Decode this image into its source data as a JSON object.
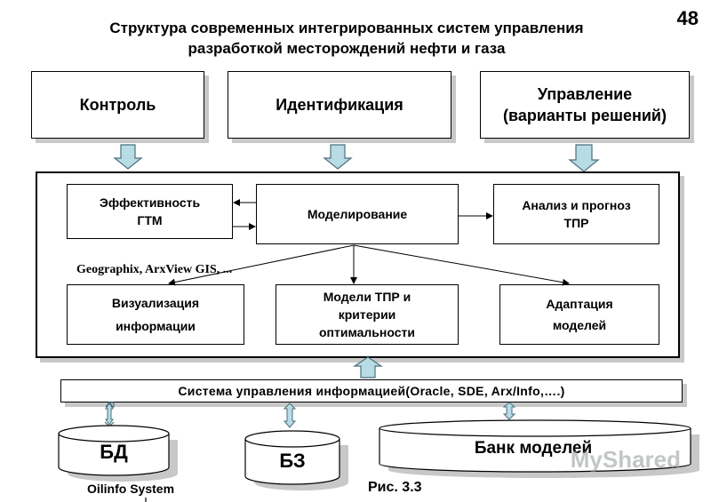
{
  "title_line1": "Структура  современных интегрированных систем управления",
  "title_line2": "разработкой    месторождений нефти и газа",
  "page_number": "48",
  "top_boxes": {
    "control": "Контроль",
    "identification": "Идентификация",
    "management_line1": "Управление",
    "management_line2": "(варианты решений)"
  },
  "inner": {
    "efficiency_line1": "Эффективность",
    "efficiency_line2": "ГТМ",
    "modeling": "Моделирование",
    "analysis_line1": "Анализ и прогноз",
    "analysis_line2": "ТПР",
    "geographix": "Geographix, ArxView GIS, ...",
    "visualization_line1": "Визуализация",
    "visualization_line2": "информации",
    "models_line1": "Модели ТПР и",
    "models_line2": "критерии",
    "models_line3": "оптимальности",
    "adaptation_line1": "Адаптация",
    "adaptation_line2": "моделей"
  },
  "bus_label": "Система  управления  информацией(Oracle,  SDE,   Arx/Info,….)",
  "storage": {
    "db": "БД",
    "kb": "БЗ",
    "model_bank": "Банк моделей"
  },
  "caption_oilinfo": "Oilinfo System",
  "figure_label": "Рис. 3.3",
  "watermark": "MyShared",
  "colors": {
    "arrow_fill": "#b8dce6",
    "arrow_stroke": "#4a6f7a",
    "shadow": "#c8c8c8"
  }
}
